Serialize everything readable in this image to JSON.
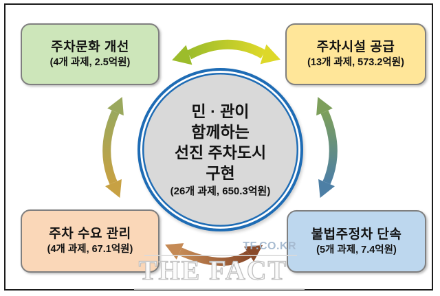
{
  "colors": {
    "background": "#ffffff",
    "frame_border": "#1a1a1a",
    "text": "#121212",
    "circle_fill": "#d9d9d9",
    "circle_border": "#1e6cb5",
    "box_border": "#7f7f7f",
    "arrow_top_start": "#9cbc2b",
    "arrow_top_end": "#ddd829",
    "arrow_right_start": "#7d9f5b",
    "arrow_right_end": "#4d7fa5",
    "arrow_left_start": "#9aa85d",
    "arrow_left_end": "#c7a143",
    "arrow_bottom_start": "#c58a55",
    "arrow_bottom_end": "#8a4a2a",
    "watermark_text": "#a5b9cf",
    "watermark_line": "#d9d9d9"
  },
  "boxes": {
    "top_left": {
      "title": "주차문화 개선",
      "subtitle": "(4개 과제, 2.5억원)",
      "fill": "#cde6ba"
    },
    "top_right": {
      "title": "주차시설 공급",
      "subtitle": "(13개 과제, 573.2억원)",
      "fill": "#ffe699"
    },
    "bottom_left": {
      "title": "주차 수요 관리",
      "subtitle": "(4개 과제, 67.1억원)",
      "fill": "#fad7b8"
    },
    "bottom_right": {
      "title": "불법주정차 단속",
      "subtitle": "(5개 과제, 7.4억원)",
      "fill": "#bdd7ee"
    }
  },
  "center": {
    "line1": "민 · 관이",
    "line2": "함께하는",
    "line3": "선진 주차도시",
    "line4": "구현",
    "subtitle": "(26개 과제, 650.3억원)"
  },
  "icons": {
    "top": "double-curved-arrow-horizontal",
    "right": "double-curved-arrow-vertical",
    "left": "double-curved-arrow-vertical",
    "bottom": "double-curved-arrow-horizontal"
  },
  "watermark": {
    "site": "TF.CO.KR",
    "brand": "THE FACT"
  }
}
